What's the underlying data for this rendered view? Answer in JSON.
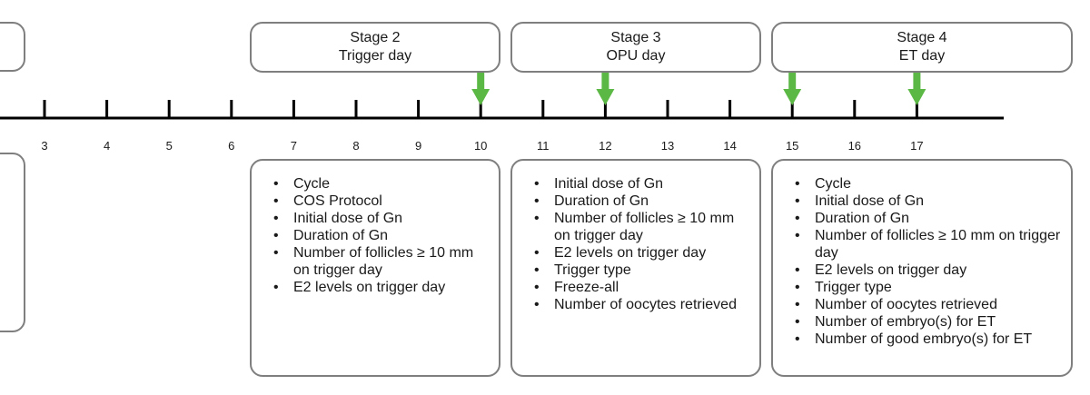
{
  "timeline": {
    "ticks": [
      {
        "label": "3",
        "marked": false
      },
      {
        "label": "4",
        "marked": false
      },
      {
        "label": "5",
        "marked": false
      },
      {
        "label": "6",
        "marked": false
      },
      {
        "label": "7",
        "marked": false
      },
      {
        "label": "8",
        "marked": false
      },
      {
        "label": "9",
        "marked": false
      },
      {
        "label": "10",
        "marked": true
      },
      {
        "label": "11",
        "marked": false
      },
      {
        "label": "12",
        "marked": true
      },
      {
        "label": "13",
        "marked": false
      },
      {
        "label": "14",
        "marked": false
      },
      {
        "label": "15",
        "marked": true
      },
      {
        "label": "16",
        "marked": false
      },
      {
        "label": "17",
        "marked": true
      }
    ],
    "arrow_color": "#5cb845",
    "line_color": "#000000"
  },
  "stages": [
    {
      "name": "Stage 2",
      "day": "Trigger day",
      "items": [
        "Cycle",
        "COS Protocol",
        "Initial dose of Gn",
        "Duration of Gn",
        "Number of follicles ≥ 10 mm on trigger day",
        "E2 levels on trigger day"
      ]
    },
    {
      "name": "Stage 3",
      "day": "OPU day",
      "items": [
        "Initial dose of Gn",
        "Duration of Gn",
        "Number of follicles ≥ 10 mm on trigger day",
        "E2 levels on trigger day",
        "Trigger type",
        "Freeze-all",
        "Number of oocytes retrieved"
      ]
    },
    {
      "name": "Stage 4",
      "day": "ET day",
      "items": [
        "Cycle",
        "Initial dose of Gn",
        "Duration of Gn",
        "Number of follicles ≥ 10 mm on trigger day",
        "E2 levels on trigger day",
        "Trigger type",
        "Number of oocytes retrieved",
        "Number of embryo(s) for ET",
        "Number of good embryo(s) for ET"
      ]
    }
  ]
}
